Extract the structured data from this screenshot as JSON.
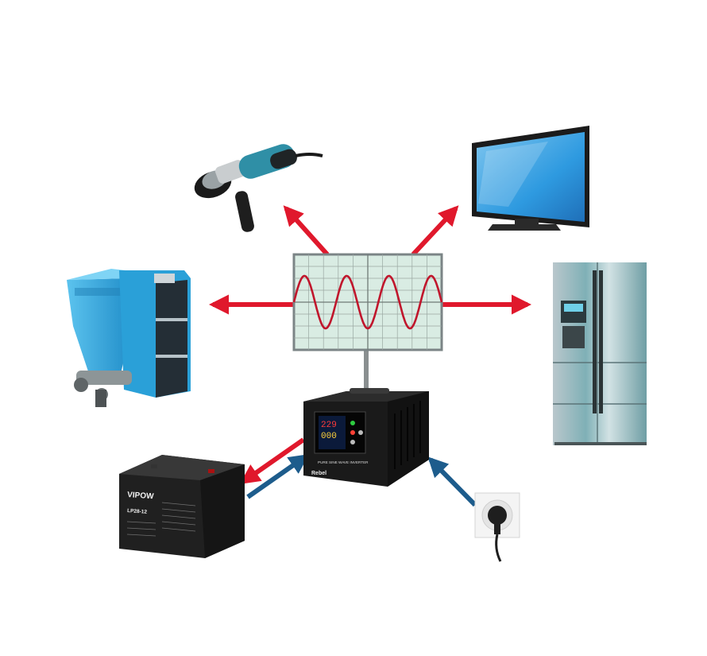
{
  "colors": {
    "arrow_out": "#e0182c",
    "arrow_in": "#1d5c8c",
    "scope_bg": "#d9ece3",
    "scope_grid": "#9aa7a2",
    "sine": "#c0162c",
    "inverter_body": "#1a1a1a",
    "boiler_blue": "#2aa0d8",
    "grinder_teal": "#2f8fa6",
    "fridge_steel": "#8fb6bb"
  },
  "devices": {
    "angle_grinder": {
      "icon": "angle-grinder-icon"
    },
    "television": {
      "icon": "television-icon"
    },
    "pellet_boiler": {
      "icon": "pellet-boiler-icon"
    },
    "refrigerator": {
      "icon": "refrigerator-icon"
    },
    "inverter": {
      "icon": "inverter-icon",
      "brand": "Rebel",
      "banner": "PURE SINE WAVE INVERTER",
      "display_line1": "229",
      "display_line2": "000"
    },
    "battery": {
      "icon": "battery-icon",
      "brand": "VIPOW",
      "model": "LP28-12"
    },
    "wall_socket": {
      "icon": "wall-socket-icon"
    }
  },
  "oscilloscope": {
    "icon": "sine-wave-display-icon",
    "cycles": 3.5
  }
}
